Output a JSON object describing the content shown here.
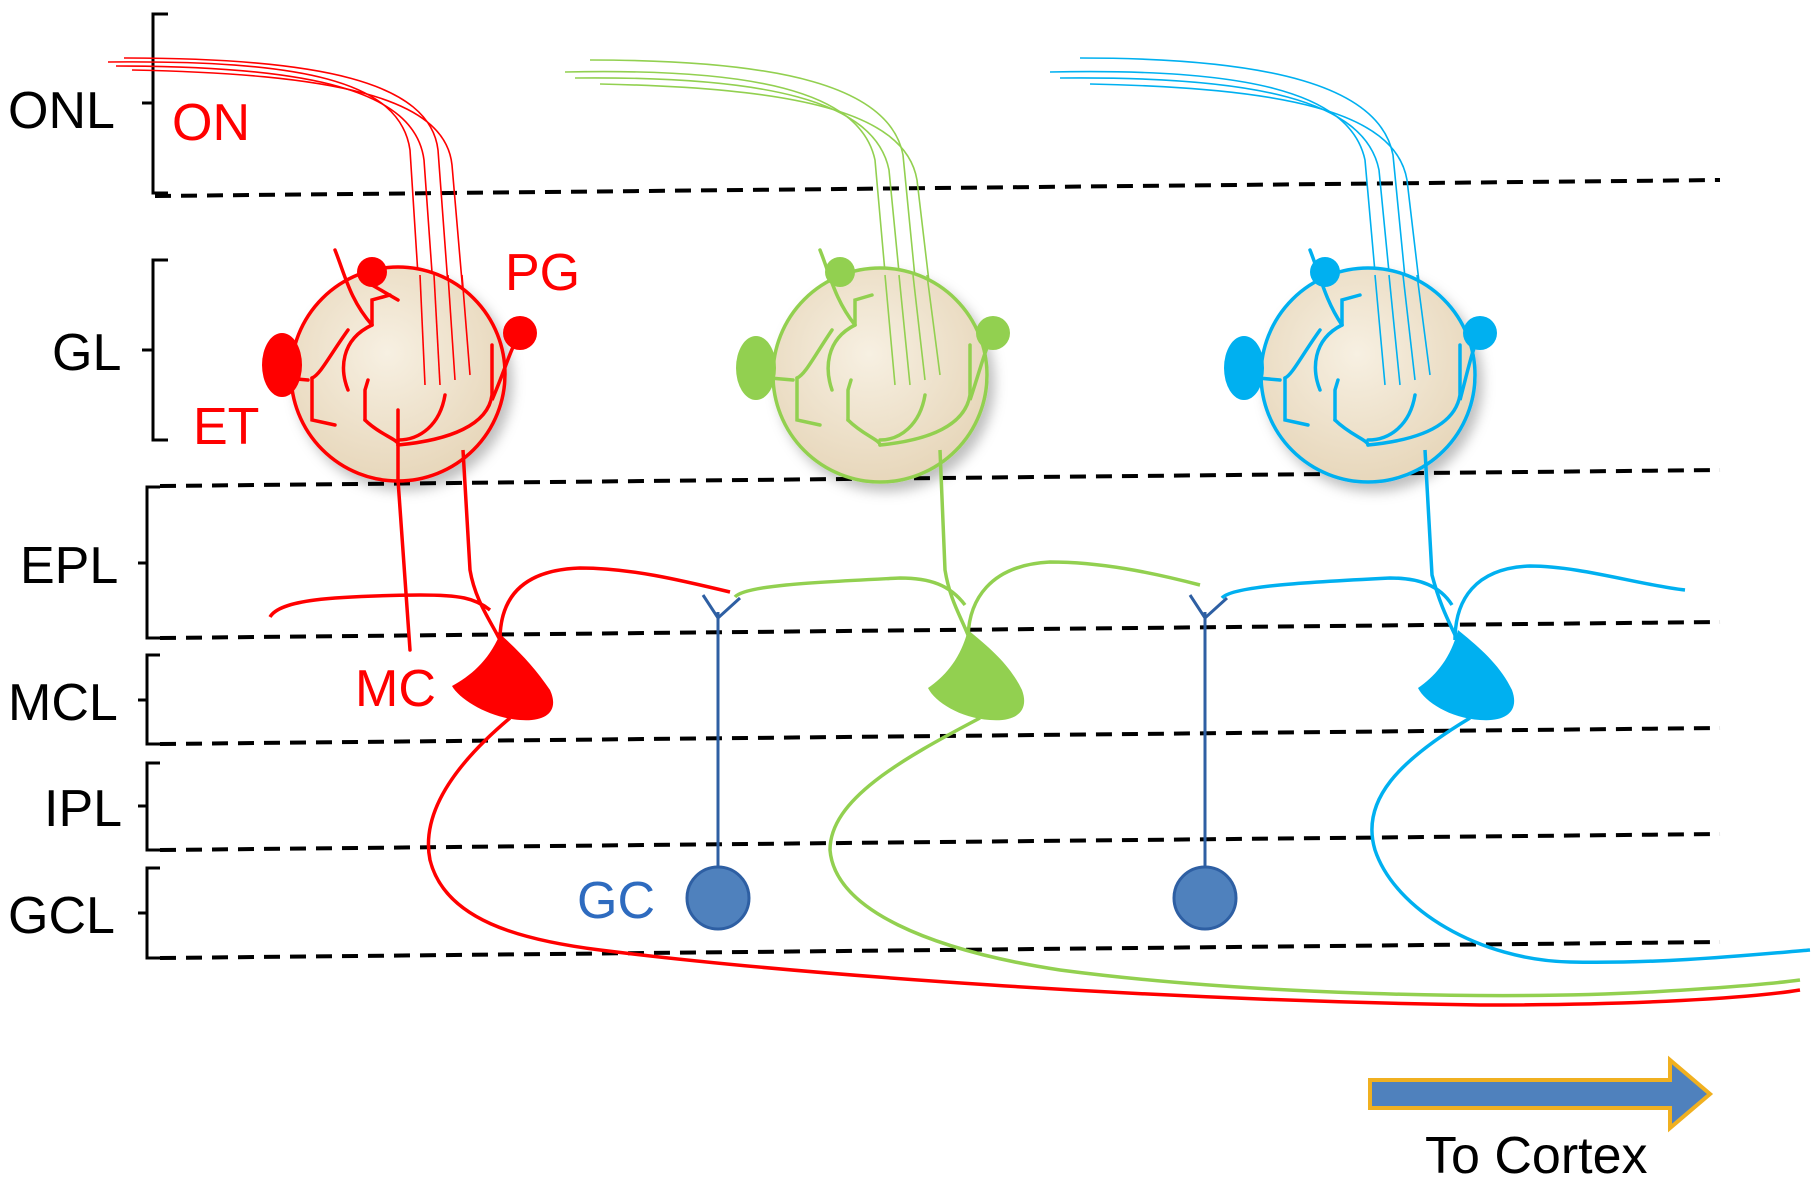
{
  "layers": [
    "ONL",
    "GL",
    "EPL",
    "MCL",
    "IPL",
    "GCL"
  ],
  "cell_labels": {
    "on": "ON",
    "pg": "PG",
    "et": "ET",
    "mc": "MC",
    "gc": "GC"
  },
  "arrow_label": "To Cortex",
  "colors": {
    "red": "#ff0000",
    "green": "#92d050",
    "blue": "#00b0f0",
    "granule": "#4f81bd",
    "granule_line": "#2e5fa3",
    "glomerulus_fill": "#eee3cf",
    "arrow_fill": "#4f81bd",
    "arrow_outline": "#f0b020"
  }
}
